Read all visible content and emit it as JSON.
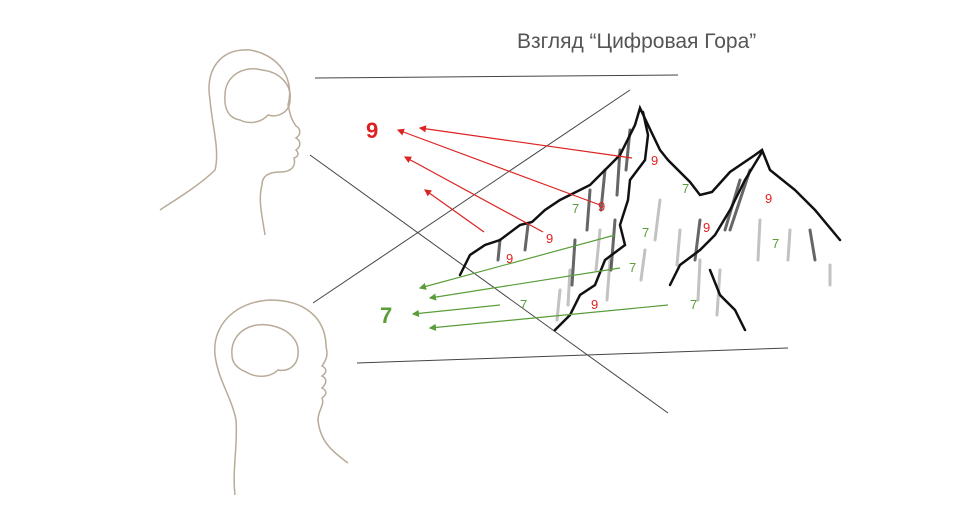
{
  "title": "Взгляд “Цифровая Гора”",
  "colors": {
    "red": "#e02020",
    "green": "#5a9e3a",
    "line": "#444444",
    "head": "#b8ab98"
  },
  "big_labels": {
    "red": "9",
    "green": "7"
  },
  "red_marks": [
    "9",
    "9",
    "9",
    "9",
    "9",
    "9",
    "9"
  ],
  "green_marks": [
    "7",
    "7",
    "7",
    "7",
    "7",
    "7",
    "7"
  ]
}
